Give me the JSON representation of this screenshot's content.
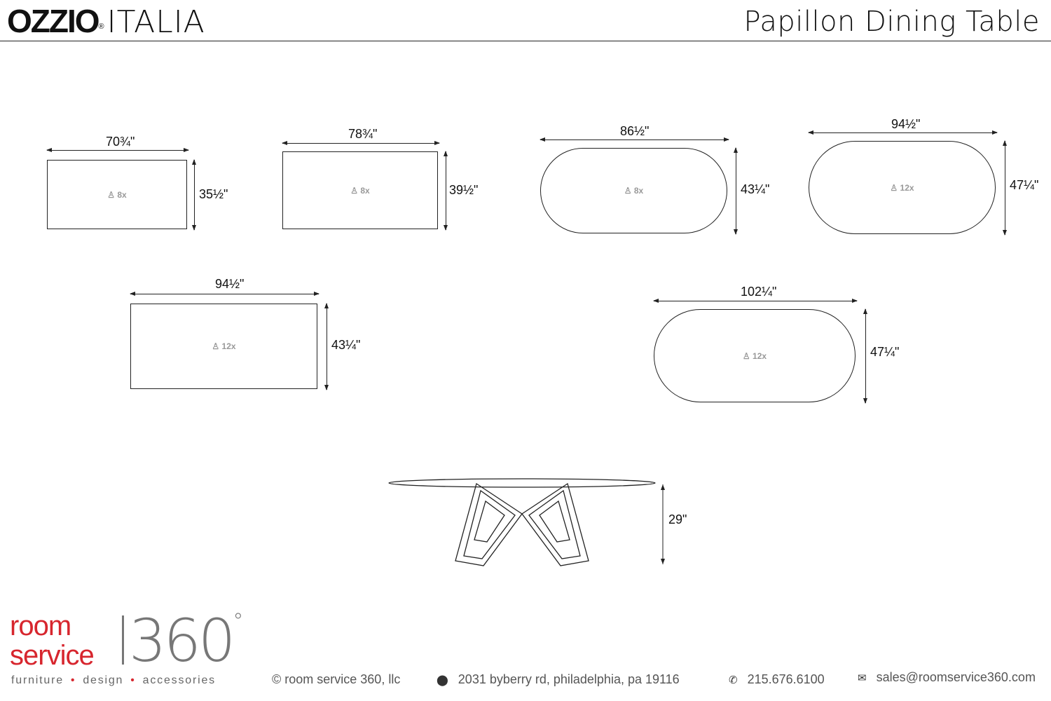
{
  "header": {
    "brand_bold": "OZZIO",
    "brand_reg": "®",
    "brand_light": "ITALIA",
    "title": "Papillon Dining Table"
  },
  "tables": [
    {
      "shape": "rectangle",
      "width": "70¾\"",
      "depth": "35½\"",
      "seats": "8x"
    },
    {
      "shape": "rectangle",
      "width": "78¾\"",
      "depth": "39½\"",
      "seats": "8x"
    },
    {
      "shape": "oval",
      "width": "86½\"",
      "depth": "43¼\"",
      "seats": "8x"
    },
    {
      "shape": "oval",
      "width": "94½\"",
      "depth": "47¼\"",
      "seats": "12x"
    },
    {
      "shape": "rectangle",
      "width": "94½\"",
      "depth": "43¼\"",
      "seats": "12x"
    },
    {
      "shape": "oval",
      "width": "102¼\"",
      "depth": "47¼\"",
      "seats": "12x"
    }
  ],
  "side_view": {
    "height": "29\""
  },
  "footer": {
    "logo_room": "room",
    "logo_service": "service",
    "logo_360": "360",
    "logo_deg": "°",
    "tagline": [
      "furniture",
      "design",
      "accessories"
    ],
    "copyright": "© room service 360, llc",
    "address": "2031 byberry rd, philadelphia, pa 19116",
    "phone": "215.676.6100",
    "email": "sales@roomservice360.com"
  }
}
